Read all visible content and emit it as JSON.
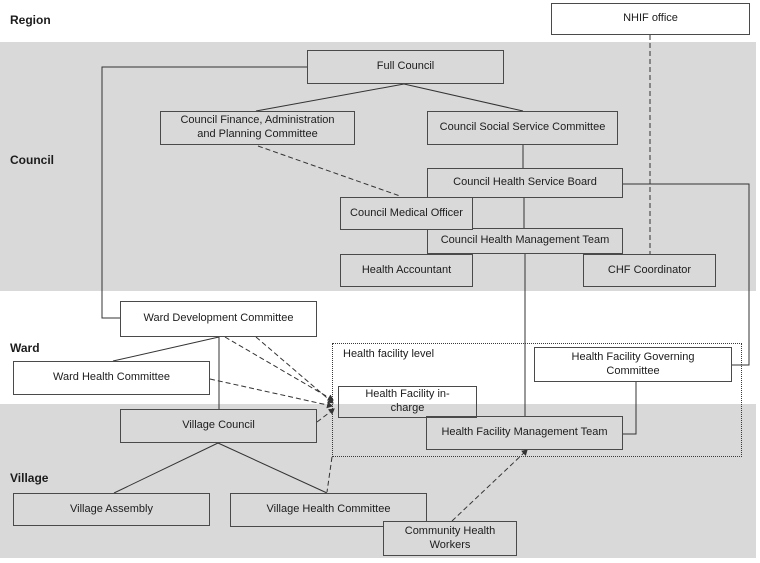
{
  "bands": {
    "region": {
      "label": "Region"
    },
    "council": {
      "label": "Council"
    },
    "ward": {
      "label": "Ward"
    },
    "village": {
      "label": "Village"
    }
  },
  "nodes": {
    "nhif_office": {
      "label": "NHIF office"
    },
    "full_council": {
      "label": "Full Council"
    },
    "council_finance": {
      "label": "Council Finance, Administration\nand Planning Committee"
    },
    "council_social": {
      "label": "Council Social Service Committee"
    },
    "council_health_board": {
      "label": "Council Health Service Board"
    },
    "council_medical_officer": {
      "label": "Council Medical Officer"
    },
    "council_health_mgmt": {
      "label": "Council Health Management Team"
    },
    "health_accountant": {
      "label": "Health Accountant"
    },
    "chf_coordinator": {
      "label": "CHF Coordinator"
    },
    "ward_dev_committee": {
      "label": "Ward Development Committee"
    },
    "ward_health_committee": {
      "label": "Ward Health Committee"
    },
    "facility_level_group": {
      "label": "Health facility level"
    },
    "facility_governing": {
      "label": "Health Facility Governing\nCommittee"
    },
    "facility_incharge": {
      "label": "Health Facility in-\ncharge"
    },
    "facility_mgmt": {
      "label": "Health Facility Management Team"
    },
    "village_council": {
      "label": "Village Council"
    },
    "village_assembly": {
      "label": "Village Assembly"
    },
    "village_health_committee": {
      "label": "Village Health Committee"
    },
    "community_health_workers": {
      "label": "Community Health\nWorkers"
    }
  },
  "colors": {
    "band_gray": "#d9d9d9",
    "box_border": "#4a4a4a",
    "line": "#333333"
  }
}
